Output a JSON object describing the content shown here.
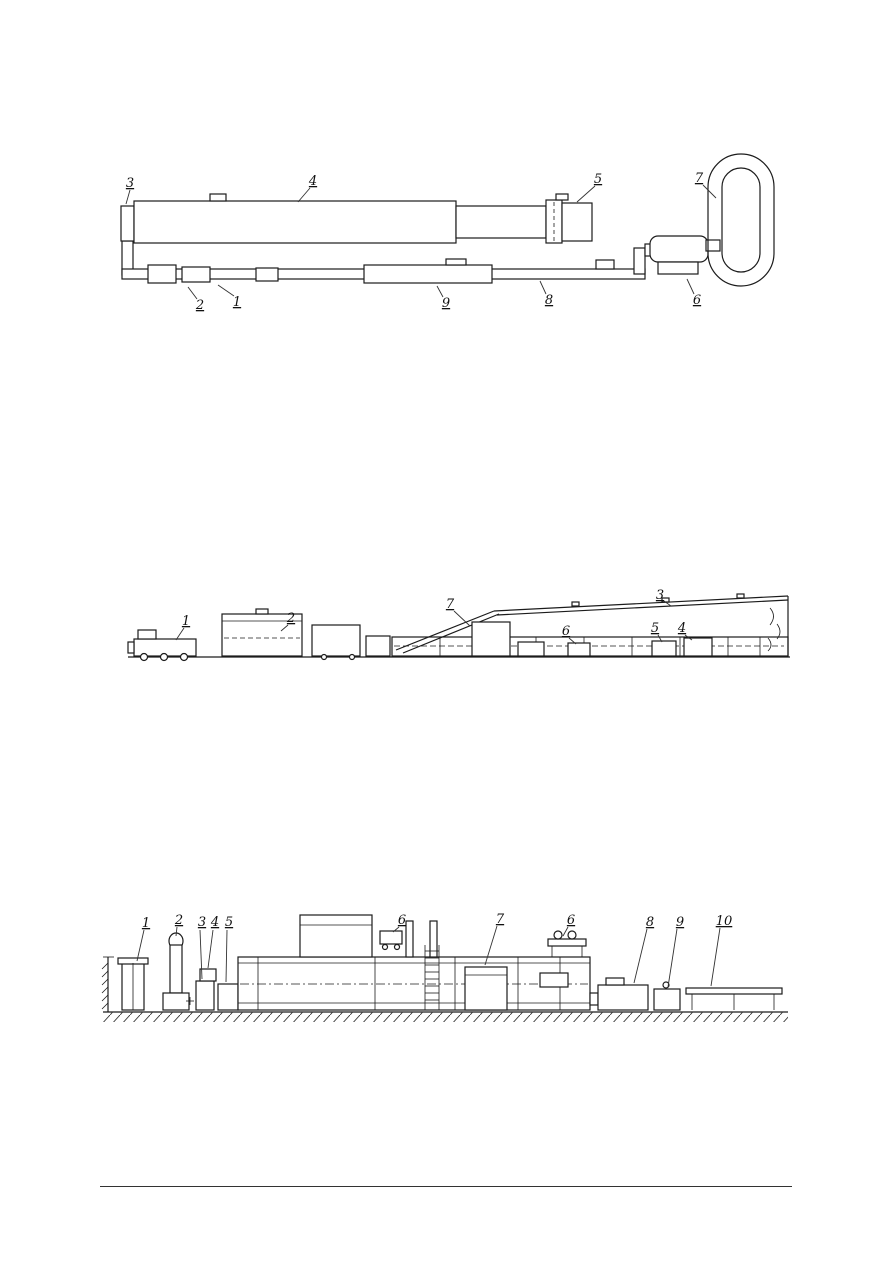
{
  "page": {
    "background": "#ffffff",
    "line_color": "#1c1c1c"
  },
  "figures": [
    {
      "name": "tube-apparatus-side-view",
      "labels": [
        {
          "text": "3"
        },
        {
          "text": "4"
        },
        {
          "text": "5"
        },
        {
          "text": "7"
        },
        {
          "text": "2"
        },
        {
          "text": "1"
        },
        {
          "text": "9"
        },
        {
          "text": "8"
        },
        {
          "text": "6"
        }
      ]
    },
    {
      "name": "long-machine-side-view",
      "labels": [
        {
          "text": "1"
        },
        {
          "text": "2"
        },
        {
          "text": "7"
        },
        {
          "text": "6"
        },
        {
          "text": "3"
        },
        {
          "text": "5"
        },
        {
          "text": "4"
        }
      ]
    },
    {
      "name": "production-line-side-view",
      "labels": [
        {
          "text": "1"
        },
        {
          "text": "2"
        },
        {
          "text": "3"
        },
        {
          "text": "4"
        },
        {
          "text": "5"
        },
        {
          "text": "6"
        },
        {
          "text": "7"
        },
        {
          "text": "6"
        },
        {
          "text": "8"
        },
        {
          "text": "9"
        },
        {
          "text": "10"
        }
      ]
    }
  ]
}
